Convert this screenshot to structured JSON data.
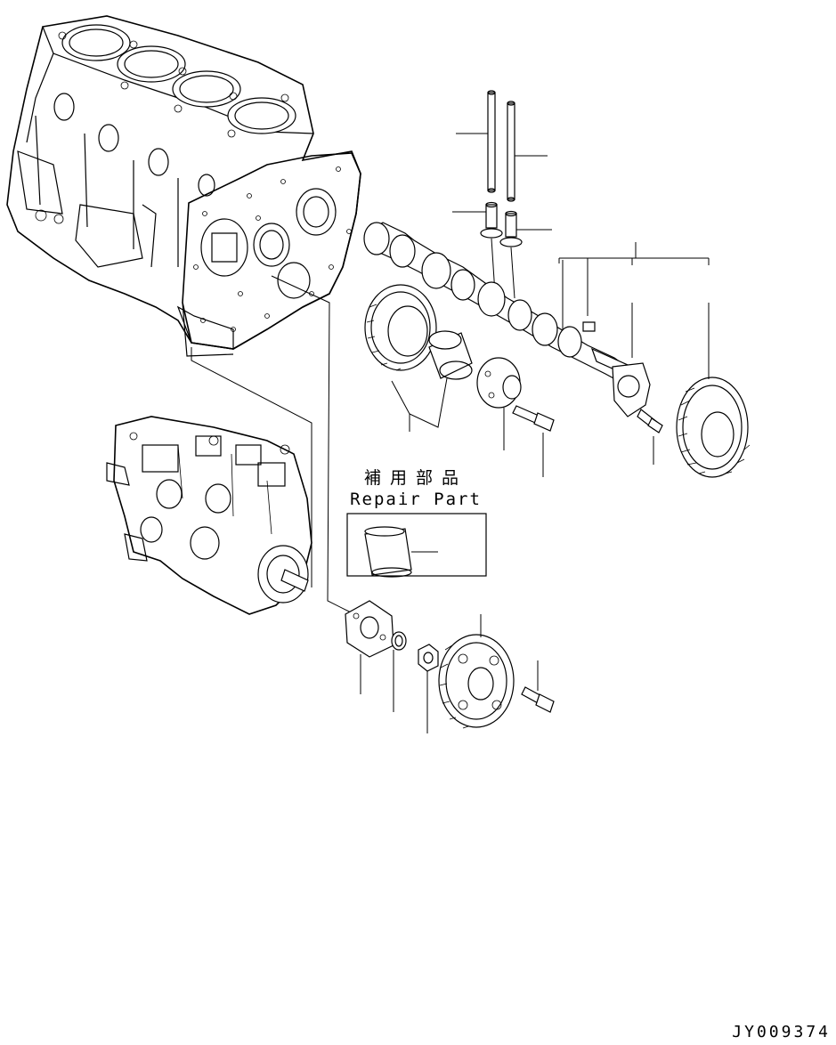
{
  "repair_box": {
    "title_jp": "補用部品",
    "title_en": "Repair Part"
  },
  "drawing_id": "JY009374"
}
